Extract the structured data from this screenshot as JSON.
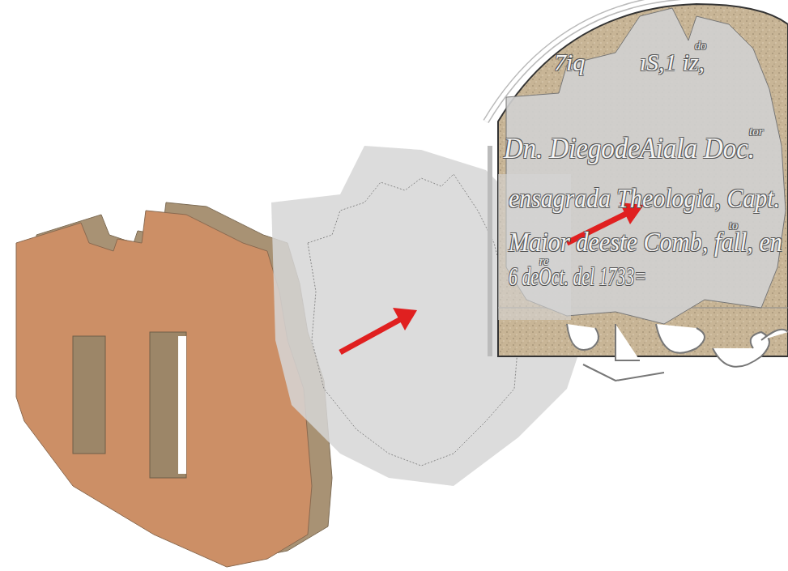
{
  "diagram": {
    "labels": [
      "7iq",
      "ıS,1 iz,",
      "do",
      "Dn. DiegodeAiala Doc.",
      "tor",
      "ensagrada Theologia, Capt.",
      "Maior deeste Comb, fall, en",
      "to",
      "6 deOct. del 1733=",
      "re"
    ]
  }
}
